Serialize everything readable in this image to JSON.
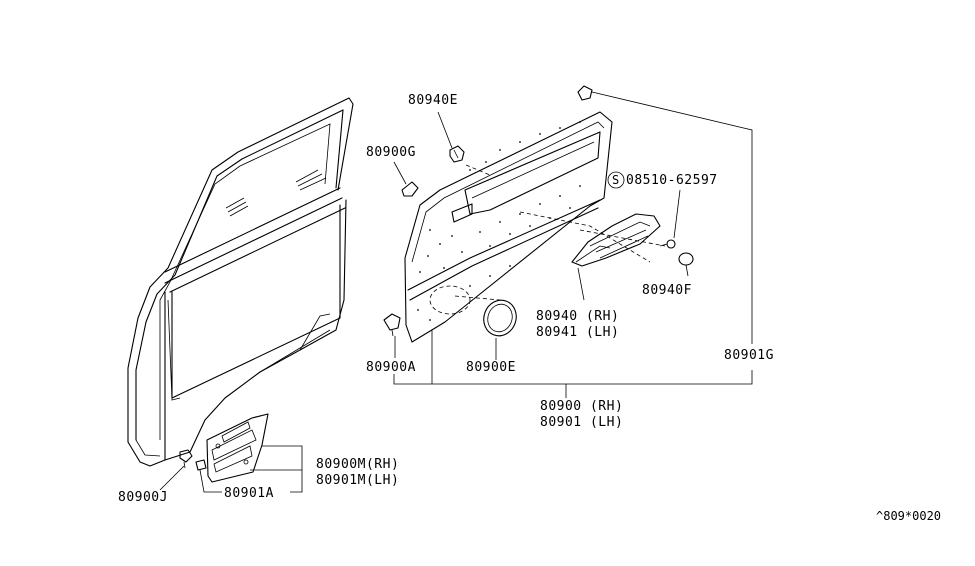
{
  "labels": {
    "p80940E": "80940E",
    "p80900G": "80900G",
    "screw": "08510-62597",
    "screw_symbol": "S",
    "p80940F": "80940F",
    "p80940": "80940 (RH)",
    "p80941": "80941 (LH)",
    "p80900A": "80900A",
    "p80900E": "80900E",
    "p80901G": "80901G",
    "p80900": "80900 (RH)",
    "p80901": "80901 (LH)",
    "p80900M": "80900M(RH)",
    "p80901M": "80901M(LH)",
    "p80900J": "80900J",
    "p80901A": "80901A",
    "diagram_code": "^809*0020"
  }
}
